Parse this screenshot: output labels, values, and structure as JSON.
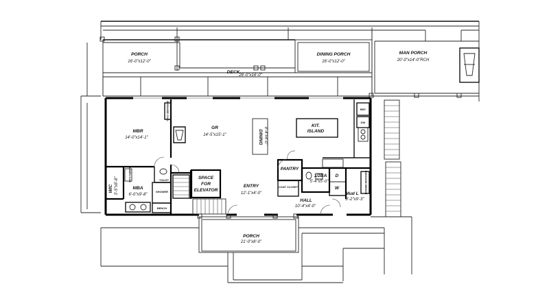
{
  "rooms": {
    "porch_left": {
      "name": "PORCH",
      "dims": "16'-0\"x12'-0\""
    },
    "dining_porch": {
      "name": "DINING PORCH",
      "dims": "16'-0\"x12'-0\""
    },
    "man_porch": {
      "name": "MAN PORCH",
      "dims": "20'-0\"x14'-0\"RCH"
    },
    "deck": {
      "name": "DECK",
      "dims": "26'-0\"x16'-0\""
    },
    "mbr": {
      "name": "MBR",
      "dims": "14'-0\"x14'-1\""
    },
    "gr": {
      "name": "GR",
      "dims": "14'-5\"x15'-1\""
    },
    "dining": {
      "name": "DINING",
      "dims": "9'-4\"x4'-0\""
    },
    "kit": {
      "name": "KIT.",
      "sub": "ISLAND"
    },
    "wic": {
      "name": "WIC",
      "dims": "3'-5\"x8'-8\""
    },
    "mba": {
      "name": "MBA",
      "dims": "6'-0\"x9'-8\""
    },
    "space_elevator": {
      "line1": "SPACE",
      "line2": "FOR",
      "line3": "ELEVATOR"
    },
    "entry": {
      "name": "ENTRY",
      "dims": "12'-1\"x4'-0\""
    },
    "pantry": {
      "name": "PANTRY"
    },
    "half_bath": {
      "name": "1/2BA",
      "dims": "5'-4\"x5'-0\""
    },
    "hall": {
      "name": "HALL",
      "dims": "10'-4\"x4'-0\""
    },
    "mudl": {
      "name": "Mud L",
      "dims": "8'-2\"x9'-3\""
    },
    "porch_front": {
      "name": "PORCH",
      "dims": "21'-0\"x8'-0\""
    }
  },
  "fixtures": {
    "toilet": "TOILET",
    "shower": "SHOWER",
    "bench": "BENCH",
    "linen": "LINEN CAB",
    "disguise_top": "DISGUISE CAB.",
    "ref": "REF.",
    "dw": "DW",
    "d": "D",
    "w": "W",
    "coat": "COAT CLOSET",
    "disguise_mud": "DISGUISE BENCH"
  }
}
